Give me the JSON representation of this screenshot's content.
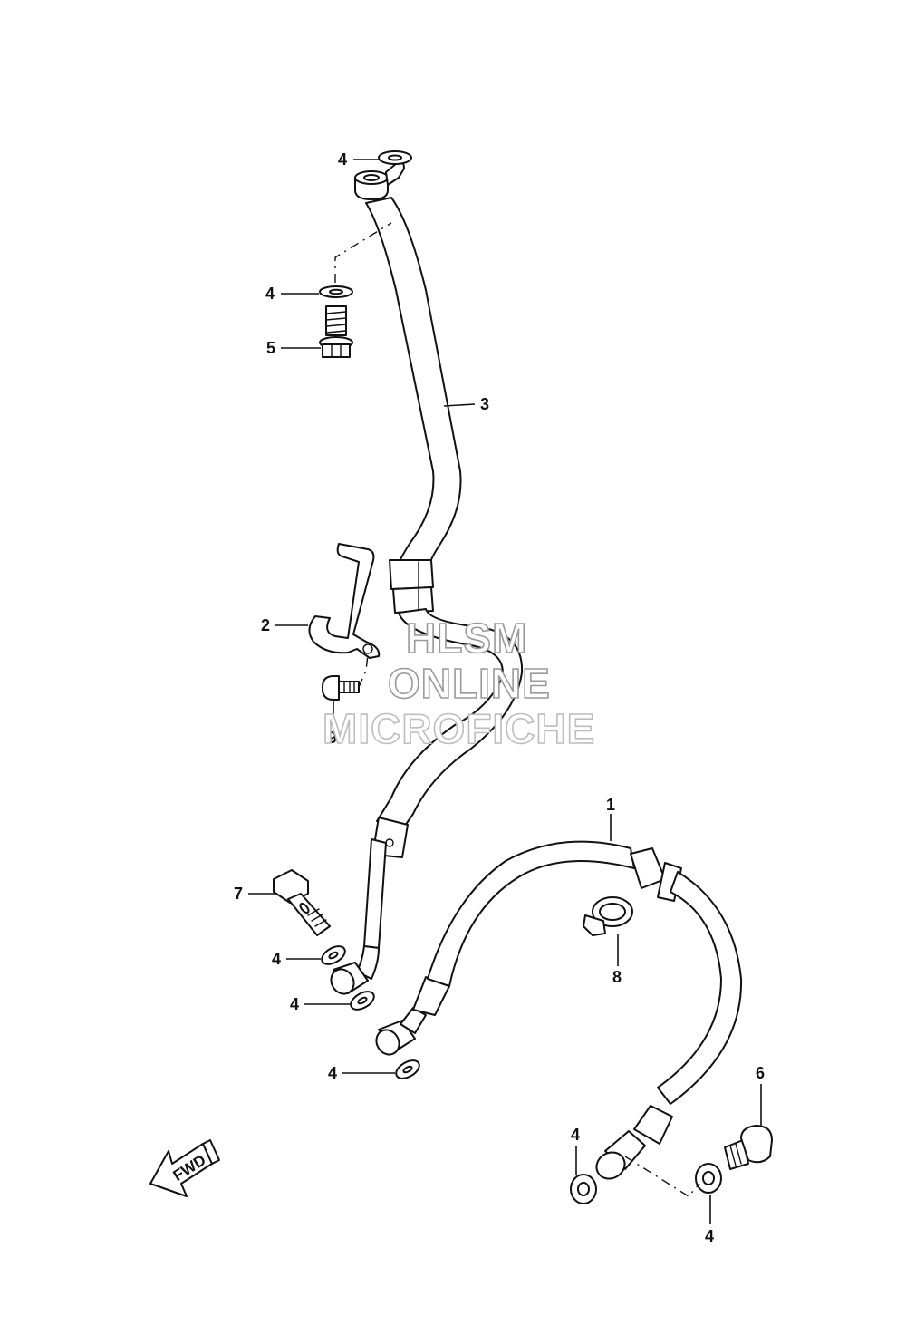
{
  "watermark": {
    "line1": "HLSM",
    "line2": "ONLINE",
    "line3": "MICROFICHE"
  },
  "direction_arrow": {
    "label": "FWD"
  },
  "callouts": {
    "c1": "1",
    "c2": "2",
    "c3": "3",
    "c4_top": "4",
    "c4_upper": "4",
    "c5": "5",
    "c6": "6",
    "c7": "7",
    "c8": "8",
    "c9": "9",
    "c4_mid1": "4",
    "c4_mid2": "4",
    "c4_mid3": "4",
    "c4_lower_left": "4",
    "c4_lower_right": "4"
  }
}
